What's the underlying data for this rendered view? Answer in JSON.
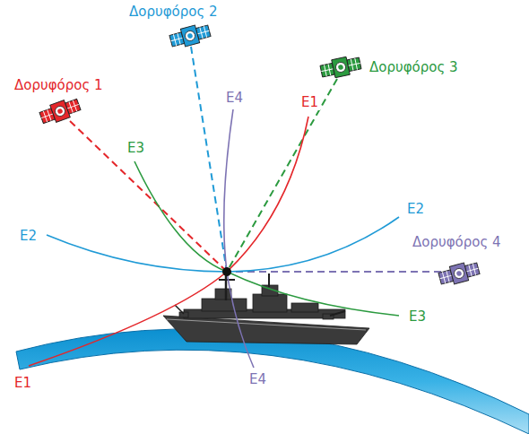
{
  "diagram": {
    "labels": [
      "Δορυφόρος 1",
      "Δορυφόρος 2",
      "Δορυφόρος 3",
      "Δορυφόρος 4",
      "E1",
      "E1",
      "E2",
      "E2",
      "E3",
      "E3",
      "E4",
      "E4"
    ]
  }
}
